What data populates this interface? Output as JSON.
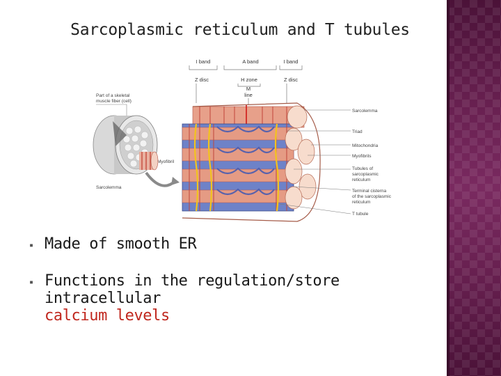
{
  "slide": {
    "title": "Sarcoplasmic reticulum and T tubules"
  },
  "figure": {
    "top_labels": {
      "i_band_left": "I band",
      "a_band": "A band",
      "i_band_right": "I band",
      "z_disc_left": "Z disc",
      "h_zone": "H zone",
      "m_line_1": "M",
      "m_line_2": "line",
      "z_disc_right": "Z disc"
    },
    "left_labels": {
      "part_1": "Part of a skeletal",
      "part_2": "muscle fiber (cell)",
      "myofibril": "Myofibril",
      "sarcolemma": "Sarcolemma"
    },
    "right_labels": {
      "sarcolemma": "Sarcolemma",
      "triad": "Triad",
      "mitochondria": "Mitochondria",
      "myofibrils": "Myofibrils",
      "tubules_1": "Tubules of",
      "tubules_2": "sarcoplasmic",
      "tubules_3": "reticulum",
      "cisterna_1": "Terminal cisterna",
      "cisterna_2": "of the sarcoplasmic",
      "cisterna_3": "reticulum",
      "t_tubule": "T tubule"
    }
  },
  "bullets": {
    "item1": "Made of smooth ER",
    "item2_line1": "Functions in the regulation/store  intracellular",
    "item2_line2": "calcium levels"
  },
  "colors": {
    "accent_band": "#5e1a48",
    "highlight_text": "#c0271e"
  }
}
